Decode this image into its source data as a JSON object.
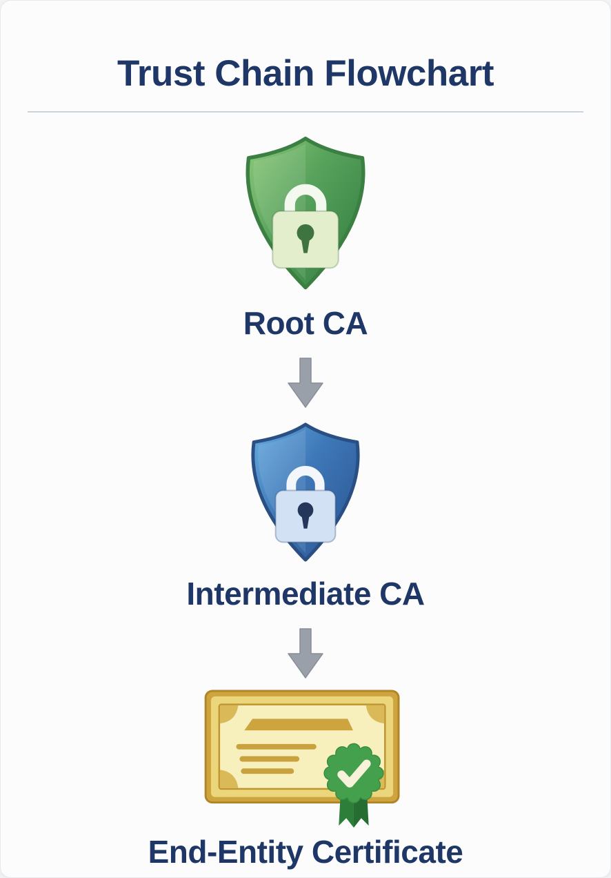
{
  "header": {
    "title": "Trust Chain Flowchart"
  },
  "flow": {
    "nodes": [
      {
        "id": "root-ca",
        "label": "Root CA",
        "icon": "shield-lock-green-icon"
      },
      {
        "id": "intermediate-ca",
        "label": "Intermediate CA",
        "icon": "shield-lock-blue-icon"
      },
      {
        "id": "end-entity-certificate",
        "label": "End-Entity Certificate",
        "icon": "certificate-check-icon"
      }
    ],
    "connectors": [
      {
        "icon": "down-arrow-icon"
      },
      {
        "icon": "down-arrow-icon"
      }
    ]
  },
  "colors": {
    "title_text": "#1e3766",
    "label_text": "#1e3766",
    "divider": "#ccd3db",
    "arrow_gray": "#9aa0a9",
    "shield_green": "#3a8747",
    "shield_green_light": "#85c371",
    "lock_body_green": "#e3eecd",
    "shield_blue": "#2c5c9d",
    "shield_blue_light": "#64aade",
    "lock_body_blue": "#d3e1f4",
    "certificate_gold": "#c2962f",
    "certificate_field": "#f7f0bc",
    "badge_green": "#44a04c",
    "checkmark_cream": "#f7f3da",
    "card_background": "#fcfcfd"
  }
}
